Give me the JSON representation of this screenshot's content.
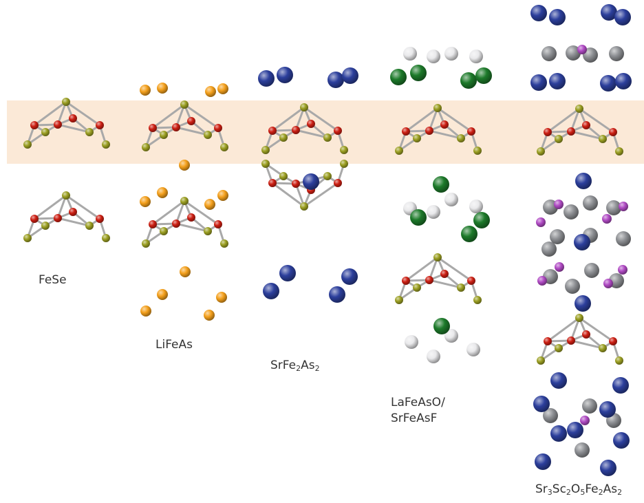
{
  "colors": {
    "band": "#fbe9d7",
    "fe": "#cc1e12",
    "pnictogen": "#9b9f22",
    "li": "#f4a01c",
    "sr": "#2c3f9c",
    "la": "#1d7a2a",
    "o": "#e9e9eb",
    "sc": "#8e9094",
    "interstitial_o": "#b04ac4",
    "bond": "#a9a9a9"
  },
  "labels": {
    "fese": "FeSe",
    "lifeas": "LiFeAs",
    "srfe2as2": [
      {
        "text": "SrFe"
      },
      {
        "text": "2",
        "sub": true
      },
      {
        "text": "As"
      },
      {
        "text": "2",
        "sub": true
      }
    ],
    "lafeaso": "LaFeAsO/",
    "srfeasf": "SrFeAsF",
    "sr3sc2o5fe2as2": [
      {
        "text": "Sr"
      },
      {
        "text": "3",
        "sub": true
      },
      {
        "text": "Sc"
      },
      {
        "text": "2",
        "sub": true
      },
      {
        "text": "O"
      },
      {
        "text": "5",
        "sub": true
      },
      {
        "text": "Fe"
      },
      {
        "text": "2",
        "sub": true
      },
      {
        "text": "As"
      },
      {
        "text": "2",
        "sub": true
      }
    ]
  }
}
